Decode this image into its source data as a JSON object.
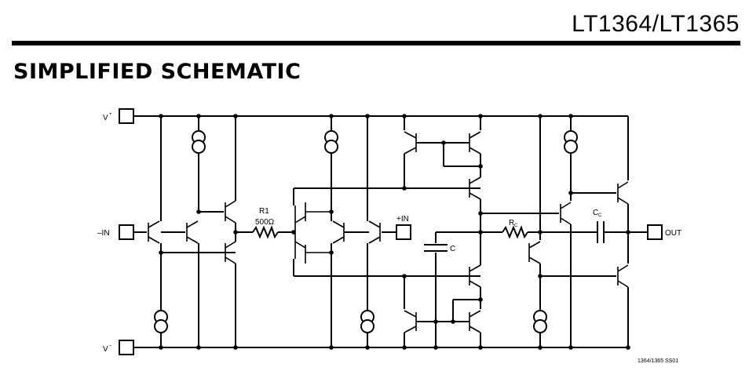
{
  "header": {
    "part_number": "LT1364/LT1365"
  },
  "section": {
    "title": "SIMPLIFIED SCHEMATIC"
  },
  "pins": {
    "vplus": "V",
    "vplus_sup": "+",
    "minus_in": "–IN",
    "plus_in": "+IN",
    "vminus": "V",
    "vminus_sup": "–",
    "out": "OUT"
  },
  "components": {
    "r1_name": "R1",
    "r1_value": "500Ω",
    "c_label": "C",
    "rc_main": "R",
    "rc_sub": "C",
    "cc_main": "C",
    "cc_sub": "C"
  },
  "figure_code": "1364/1365 SS01"
}
